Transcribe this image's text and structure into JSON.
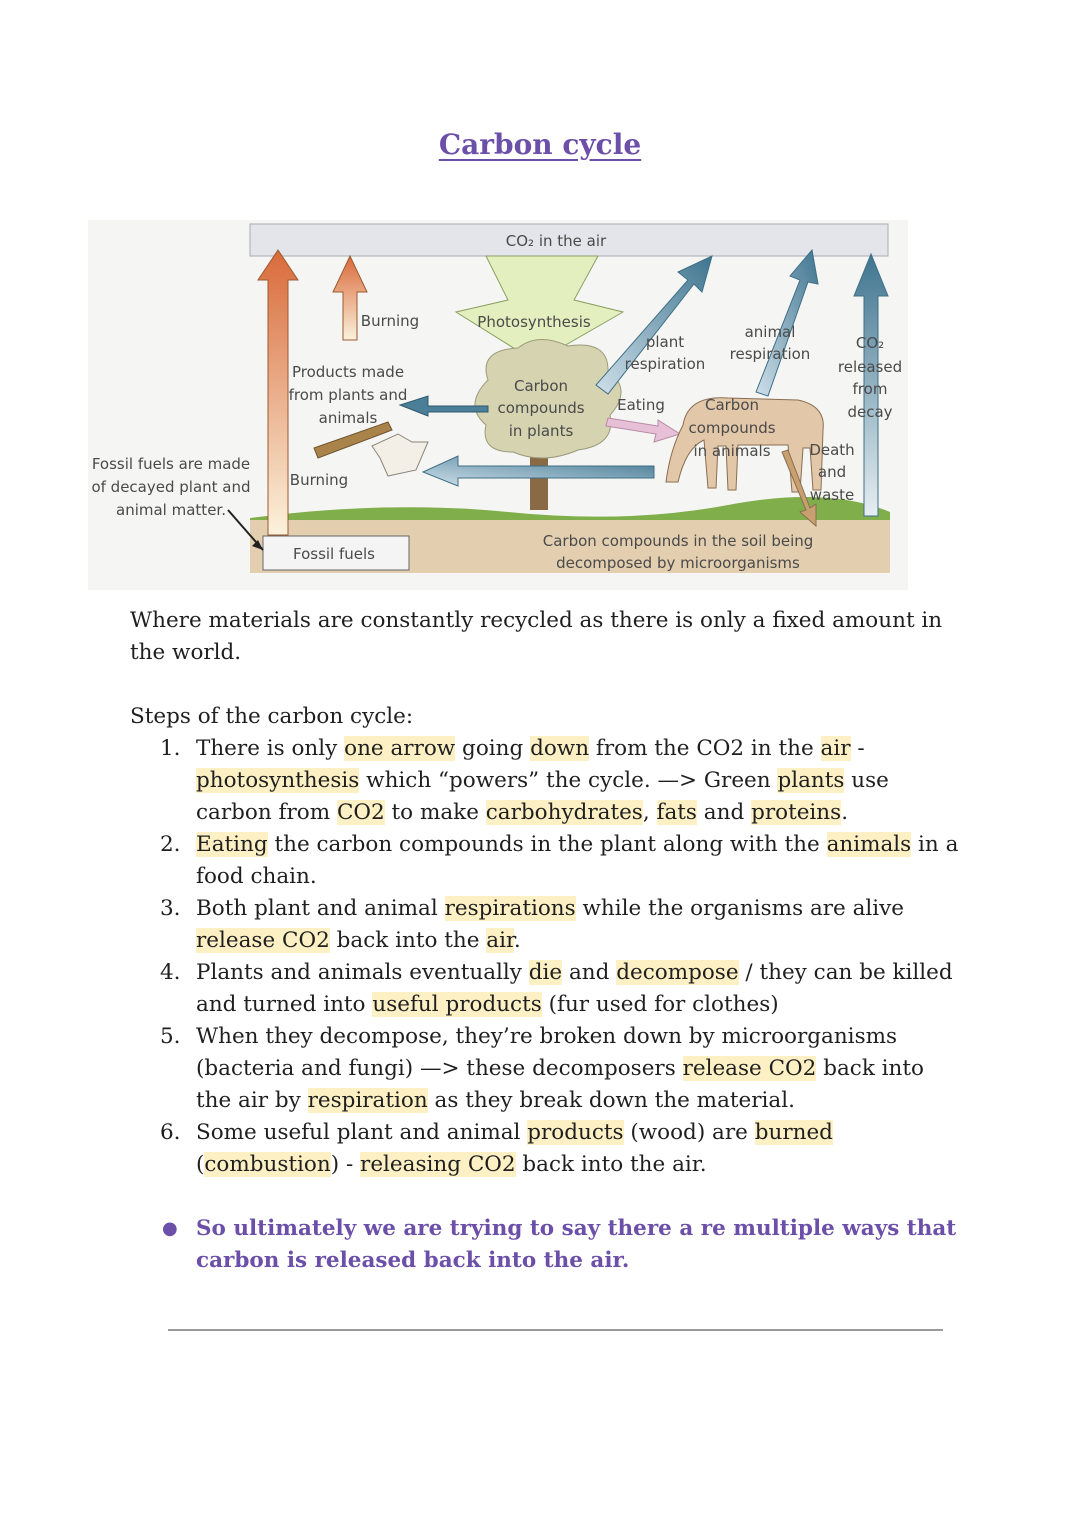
{
  "title": "Carbon cycle",
  "diagram": {
    "co2_air": "CO₂ in the air",
    "photosynthesis": "Photosynthesis",
    "burning_top": "Burning",
    "burning_bottom": "Burning",
    "products_line1": "Products made",
    "products_line2": "from plants and",
    "products_line3": "animals",
    "carbon_plants_line1": "Carbon",
    "carbon_plants_line2": "compounds",
    "carbon_plants_line3": "in plants",
    "plant_resp_line1": "plant",
    "plant_resp_line2": "respiration",
    "animal_resp_line1": "animal",
    "animal_resp_line2": "respiration",
    "co2_released_line1": "CO₂",
    "co2_released_line2": "released",
    "co2_released_line3": "from",
    "co2_released_line4": "decay",
    "eating": "Eating",
    "carbon_animals_line1": "Carbon",
    "carbon_animals_line2": "compounds",
    "carbon_animals_line3": "in animals",
    "death_line1": "Death",
    "death_line2": "and",
    "death_line3": "waste",
    "fossil_note_line1": "Fossil fuels are made",
    "fossil_note_line2": "of decayed plant and",
    "fossil_note_line3": "animal matter.",
    "fossil_fuels": "Fossil fuels",
    "soil_line1": "Carbon compounds in the soil being",
    "soil_line2": "decomposed by microorganisms"
  },
  "intro": "Where materials are constantly recycled as there is only a fixed amount in the world.",
  "steps_heading": "Steps of the carbon cycle:",
  "steps": [
    {
      "num": "1.",
      "parts": [
        {
          "t": "There is only "
        },
        {
          "t": "one arrow",
          "hl": true
        },
        {
          "t": " going "
        },
        {
          "t": "down",
          "hl": true
        },
        {
          "t": " from the CO2 in the "
        },
        {
          "t": "air",
          "hl": true
        },
        {
          "t": " - "
        },
        {
          "t": "photosynthesis",
          "hl": true
        },
        {
          "t": " which “powers” the cycle. —> Green "
        },
        {
          "t": "plants",
          "hl": true
        },
        {
          "t": " use carbon from "
        },
        {
          "t": "CO2",
          "hl": true
        },
        {
          "t": " to make "
        },
        {
          "t": "carbohydrates",
          "hl": true
        },
        {
          "t": ", "
        },
        {
          "t": "fats",
          "hl": true
        },
        {
          "t": " and "
        },
        {
          "t": "proteins",
          "hl": true
        },
        {
          "t": "."
        }
      ]
    },
    {
      "num": "2.",
      "parts": [
        {
          "t": "Eating",
          "hl": true
        },
        {
          "t": " the carbon compounds in the plant along with the "
        },
        {
          "t": "animals",
          "hl": true
        },
        {
          "t": " in a food chain."
        }
      ]
    },
    {
      "num": "3.",
      "parts": [
        {
          "t": "Both plant and animal "
        },
        {
          "t": "respirations",
          "hl": true
        },
        {
          "t": " while the organisms are alive "
        },
        {
          "t": "release CO2",
          "hl": true
        },
        {
          "t": " back into the "
        },
        {
          "t": "air",
          "hl": true
        },
        {
          "t": "."
        }
      ]
    },
    {
      "num": "4.",
      "parts": [
        {
          "t": "Plants and animals eventually "
        },
        {
          "t": "die",
          "hl": true
        },
        {
          "t": " and "
        },
        {
          "t": "decompose",
          "hl": true
        },
        {
          "t": " / they can be killed and turned into "
        },
        {
          "t": "useful products",
          "hl": true
        },
        {
          "t": " (fur used for clothes)"
        }
      ]
    },
    {
      "num": "5.",
      "parts": [
        {
          "t": "When they decompose, they’re broken down by microorganisms (bacteria and fungi) —> these decomposers "
        },
        {
          "t": "release CO2",
          "hl": true
        },
        {
          "t": " back into the air by "
        },
        {
          "t": "respiration",
          "hl": true
        },
        {
          "t": " as they break down the material."
        }
      ]
    },
    {
      "num": "6.",
      "parts": [
        {
          "t": "Some useful plant and animal "
        },
        {
          "t": "products",
          "hl": true
        },
        {
          "t": " (wood) are "
        },
        {
          "t": "burned",
          "hl": true
        },
        {
          "t": " ("
        },
        {
          "t": "combustion",
          "hl": true
        },
        {
          "t": ") - "
        },
        {
          "t": "releasing CO2",
          "hl": true
        },
        {
          "t": " back into the air."
        }
      ]
    }
  ],
  "summary": "So ultimately we are trying to say there a re multiple ways that carbon is released back into the air."
}
